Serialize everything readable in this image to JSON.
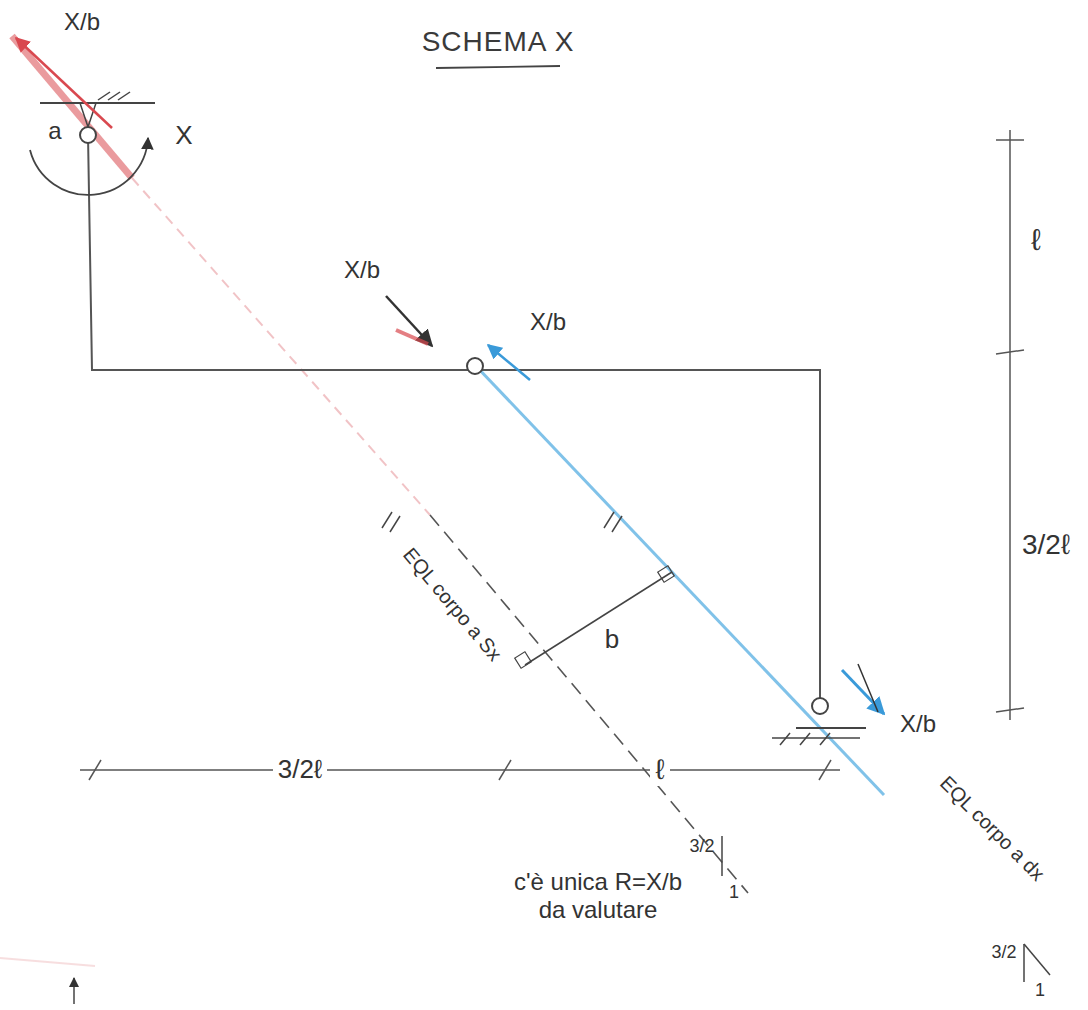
{
  "diagram": {
    "title": "SCHEMA X",
    "labels": [
      "X/b",
      "a",
      "X",
      "X/b",
      "X/b",
      "ℓ",
      "3/2ℓ",
      "EQL corpo a Sx",
      "b",
      "X/b",
      "EQL corpo a dx",
      "3/2ℓ",
      "ℓ",
      "3/2",
      "1",
      "3/2",
      "1",
      "c'è unica R=X/b da valutare"
    ]
  }
}
